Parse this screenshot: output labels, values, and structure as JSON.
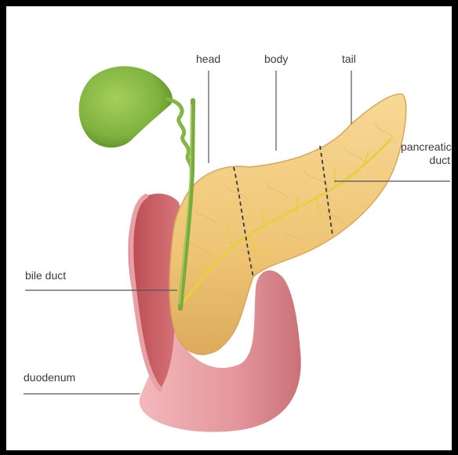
{
  "labels": {
    "head": "head",
    "body": "body",
    "tail": "tail",
    "pancreatic_line1": "pancreatic",
    "pancreatic_line2": "duct",
    "bile_duct": "bile duct",
    "duodenum": "duodenum"
  },
  "colors": {
    "frame_border": "#000000",
    "background": "#ffffff",
    "pancreas": "#f0c878",
    "pancreas_shadow": "#d9a95a",
    "gallbladder": "#7fb23f",
    "duodenum_outer": "#e89aa0",
    "duodenum_inner": "#c4575a",
    "duct": "#e8d24a",
    "leader_line": "#555555"
  }
}
